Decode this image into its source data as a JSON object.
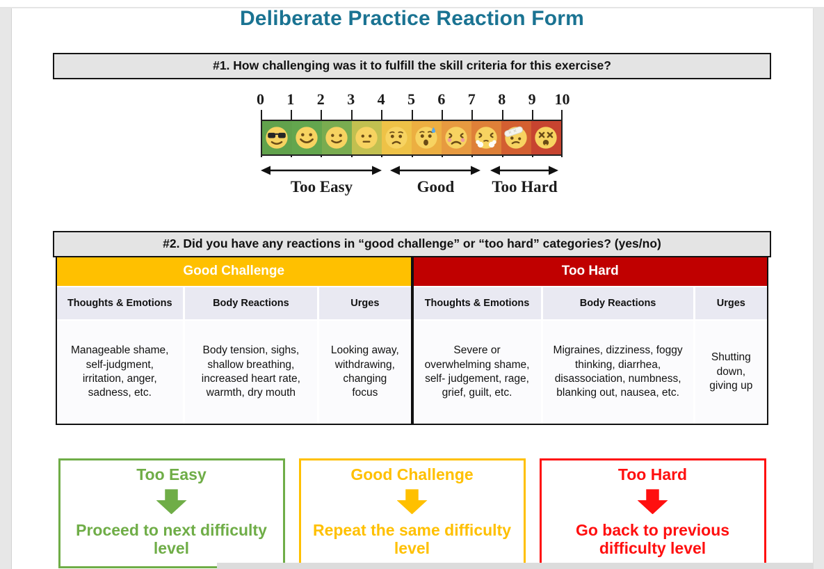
{
  "page": {
    "title": "Deliberate Practice Reaction Form"
  },
  "section1": {
    "header": "#1. How challenging was it to fulfill the skill criteria for this exercise?"
  },
  "scale": {
    "tick_labels": [
      "0",
      "1",
      "2",
      "3",
      "4",
      "5",
      "6",
      "7",
      "8",
      "9",
      "10"
    ],
    "segments": [
      {
        "color": "#61A24C",
        "face": "cool-sunglasses-face"
      },
      {
        "color": "#63A64E",
        "face": "big-smile-face"
      },
      {
        "color": "#79AC50",
        "face": "smile-face"
      },
      {
        "color": "#C2C050",
        "face": "neutral-face"
      },
      {
        "color": "#EEC247",
        "face": "worried-face"
      },
      {
        "color": "#ECAF41",
        "face": "anxious-sweat-face"
      },
      {
        "color": "#E79A40",
        "face": "angry-blush-face"
      },
      {
        "color": "#DE8038",
        "face": "steam-nose-face"
      },
      {
        "color": "#D35F31",
        "face": "bandaged-head-face"
      },
      {
        "color": "#C74430",
        "face": "dizzy-face"
      }
    ],
    "ranges": [
      {
        "label": "Too Easy"
      },
      {
        "label": "Good"
      },
      {
        "label": "Too Hard"
      }
    ]
  },
  "section2": {
    "header": "#2. Did you have any reactions in “good challenge” or “too hard” categories?  (yes/no)"
  },
  "table": {
    "good": {
      "title": "Good Challenge",
      "color": "#FFC000",
      "columns": [
        "Thoughts & Emotions",
        "Body Reactions",
        "Urges"
      ],
      "cells": [
        "Manageable shame, self-judgment, irritation, anger, sadness, etc.",
        "Body tension, sighs, shallow breathing, increased heart rate, warmth, dry mouth",
        "Looking away, withdrawing, changing focus"
      ]
    },
    "hard": {
      "title": "Too Hard",
      "color": "#C00000",
      "columns": [
        "Thoughts & Emotions",
        "Body Reactions",
        "Urges"
      ],
      "cells": [
        "Severe or overwhelming shame, self- judgement, rage, grief, guilt, etc.",
        "Migraines, dizziness, foggy thinking, diarrhea, disassociation, numbness, blanking out, nausea, etc.",
        "Shutting down, giving up"
      ]
    }
  },
  "outcomes": [
    {
      "label": "Too Easy",
      "action": "Proceed to next difficulty level",
      "color": "#6FAD47"
    },
    {
      "label": "Good Challenge",
      "action": "Repeat the same difficulty level",
      "color": "#FFC000"
    },
    {
      "label": "Too Hard",
      "action": "Go back to previous difficulty level",
      "color": "#FF0F0F"
    }
  ],
  "colors": {
    "title_teal": "#1a7392",
    "section_bar_gray": "#e4e4e4"
  }
}
